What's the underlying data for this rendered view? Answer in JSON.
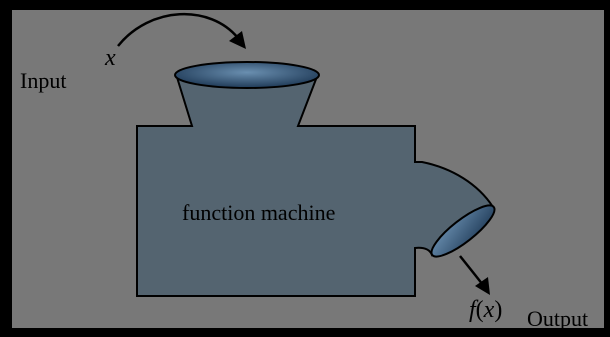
{
  "labels": {
    "input": "Input",
    "input_variable": "x",
    "machine": "function machine",
    "output_function_name": "f",
    "output_function_open": "(",
    "output_function_arg": "x",
    "output_function_close": ")",
    "output": "Output"
  },
  "colors": {
    "background": "#787878",
    "outer_border": "#000000",
    "machine_body": "#546470",
    "machine_outline": "#000000",
    "funnel_opening": "#2e4e6e",
    "funnel_opening_highlight": "#6a8fb0",
    "arrow": "#000000"
  },
  "icons": {
    "input_arrow": "curved-arrow-right",
    "output_arrow": "curved-arrow-down"
  }
}
